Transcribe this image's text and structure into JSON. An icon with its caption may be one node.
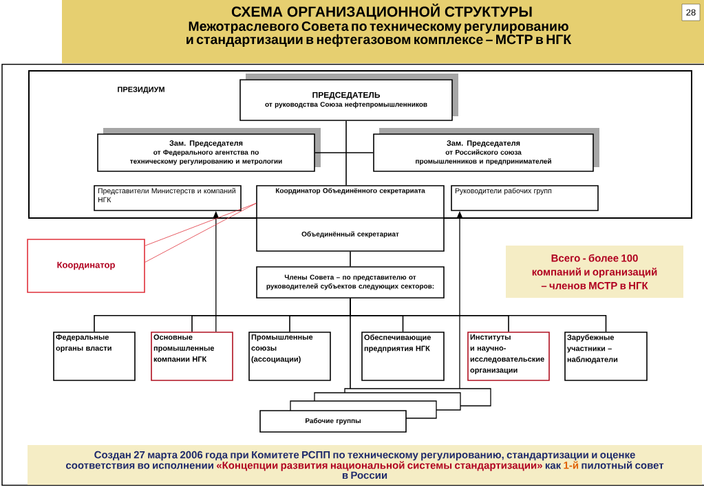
{
  "diagram": {
    "title": "СХЕМА ОРГАНИЗАЦИОННОЙ СТРУКТУРЫ",
    "nodes": [
      {
        "text": [
          "ПРЕЗИДИУМ"
        ]
      },
      {
        "text": [
          "ПРЕДСЕДАТЕЛЬ",
          "от руководства Союза нефтепромышленников"
        ],
        "in": 0
      },
      {
        "text": [
          "Зам. Председателя",
          "от Федерального агентства по техническому регулированию и метрологии"
        ],
        "in": 0
      },
      {
        "text": [
          "Зам. Председателя",
          "от Российского союза промышленников и предпринимателей"
        ],
        "in": 0
      },
      {
        "text": [
          "Представители Министерств и компаний НГК"
        ],
        "in": 0
      },
      {
        "text": [
          "Координатор Объединённого секретариата"
        ],
        "in": 0
      },
      {
        "text": [
          "Объединённый секретариат"
        ]
      },
      {
        "text": [
          "Руководители рабочих групп"
        ],
        "in": 0
      },
      {
        "text": [
          "Координатор"
        ]
      },
      {
        "text": [
          "Члены Совета – по представителю от руководителей субъектов следующих секторов:"
        ]
      },
      {
        "text": [
          "Федеральные органы власти"
        ]
      },
      {
        "text": [
          "Основные промышленные компании НГК"
        ]
      },
      {
        "text": [
          "Промышленные союзы (ассоциации)"
        ]
      },
      {
        "text": [
          "Обеспечивающие предприятия НГК"
        ]
      },
      {
        "text": [
          "Институты и научно-исследовательские организации"
        ]
      },
      {
        "text": [
          "Зарубежные участники – наблюдатели"
        ]
      },
      {
        "text": [
          "Рабочие группы"
        ]
      },
      {
        "text": [
          "Всего - более 100 компаний и организаций – членов МСТР в НГК"
        ]
      },
      {
        "text": [
          "Создан 27 марта 2006 года при Комитете РСПП по техническому регулированию, стандартизации и оценке соответствия во исполнении",
          "«Концепции развития национальной системы стандартизации»",
          "как",
          "1-й",
          "пилотный совет в России"
        ]
      }
    ],
    "edges": [
      {
        "from": 1,
        "to": 5,
        "arrow": "none"
      },
      {
        "from": 2,
        "to": 3,
        "arrow": "none"
      },
      {
        "from": 6,
        "to": 9,
        "arrow": "none"
      },
      {
        "from": 9,
        "to": 10,
        "arrow": "none"
      },
      {
        "from": 9,
        "to": 11,
        "arrow": "none"
      },
      {
        "from": 9,
        "to": 12,
        "arrow": "none"
      },
      {
        "from": 9,
        "to": 13,
        "arrow": "none"
      },
      {
        "from": 9,
        "to": 14,
        "arrow": "none"
      },
      {
        "from": 9,
        "to": 15,
        "arrow": "none"
      },
      {
        "from": 9,
        "to": 16,
        "arrow": "none"
      },
      {
        "from": 11,
        "to": 4,
        "arrow": "to"
      },
      {
        "from": 16,
        "to": 7,
        "arrow": "to"
      },
      {
        "from": 8,
        "to": 5,
        "arrow": "none",
        "color": "#e0303a"
      }
    ],
    "labels": [
      "Межотраслевого Совета по техническому регулированию и стандартизации в нефтегазовом комплексе – МСТР в НГК",
      "28"
    ]
  }
}
